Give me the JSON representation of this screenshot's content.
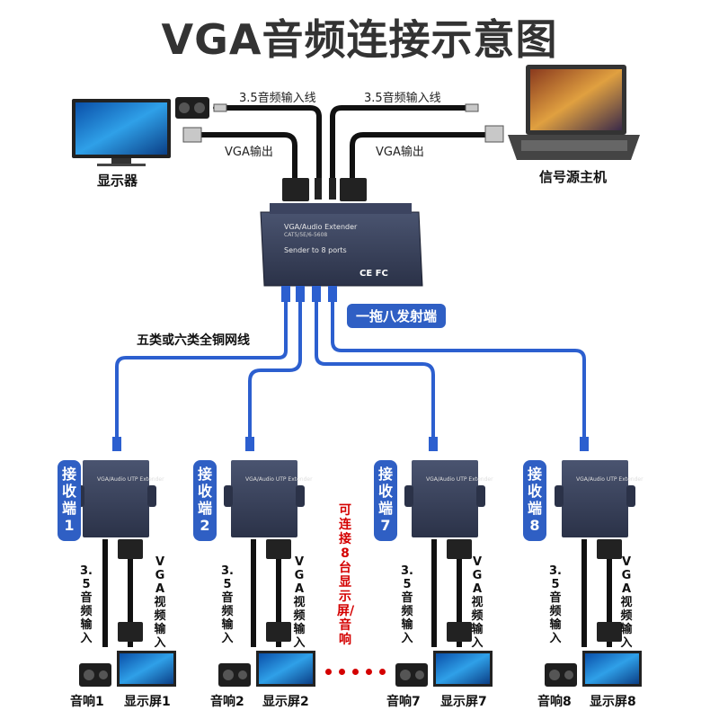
{
  "title": "VGA音频连接示意图",
  "top": {
    "audio_in_left": "3.5音频输入线",
    "audio_in_right": "3.5音频输入线",
    "vga_out_left": "VGA输出",
    "vga_out_right": "VGA输出",
    "monitor_label": "显示器",
    "host_label": "信号源主机"
  },
  "sender": {
    "line1": "VGA/Audio Extender",
    "line2": "CAT5/5E/6-5608",
    "line3": "Sender to 8 ports",
    "cert": "CE  FC",
    "badge": "一拖八发射端"
  },
  "cable_label": "五类或六类全铜网线",
  "receivers": [
    {
      "badge": "接收端1",
      "speaker": "音响1",
      "screen": "显示屏1",
      "audio": "3.5音频输入",
      "vga": "VGA视频输入"
    },
    {
      "badge": "接收端2",
      "speaker": "音响2",
      "screen": "显示屏2",
      "audio": "3.5音频输入",
      "vga": "VGA视频输入"
    },
    {
      "badge": "接收端7",
      "speaker": "音响7",
      "screen": "显示屏7",
      "audio": "3.5音频输入",
      "vga": "VGA视频输入"
    },
    {
      "badge": "接收端8",
      "speaker": "音响8",
      "screen": "显示屏8",
      "audio": "3.5音频输入",
      "vga": "VGA视频输入"
    }
  ],
  "receiver_device_text": "VGA/Audio UTP Extender",
  "middle_note": "可连接8台显示屏/音响"
}
